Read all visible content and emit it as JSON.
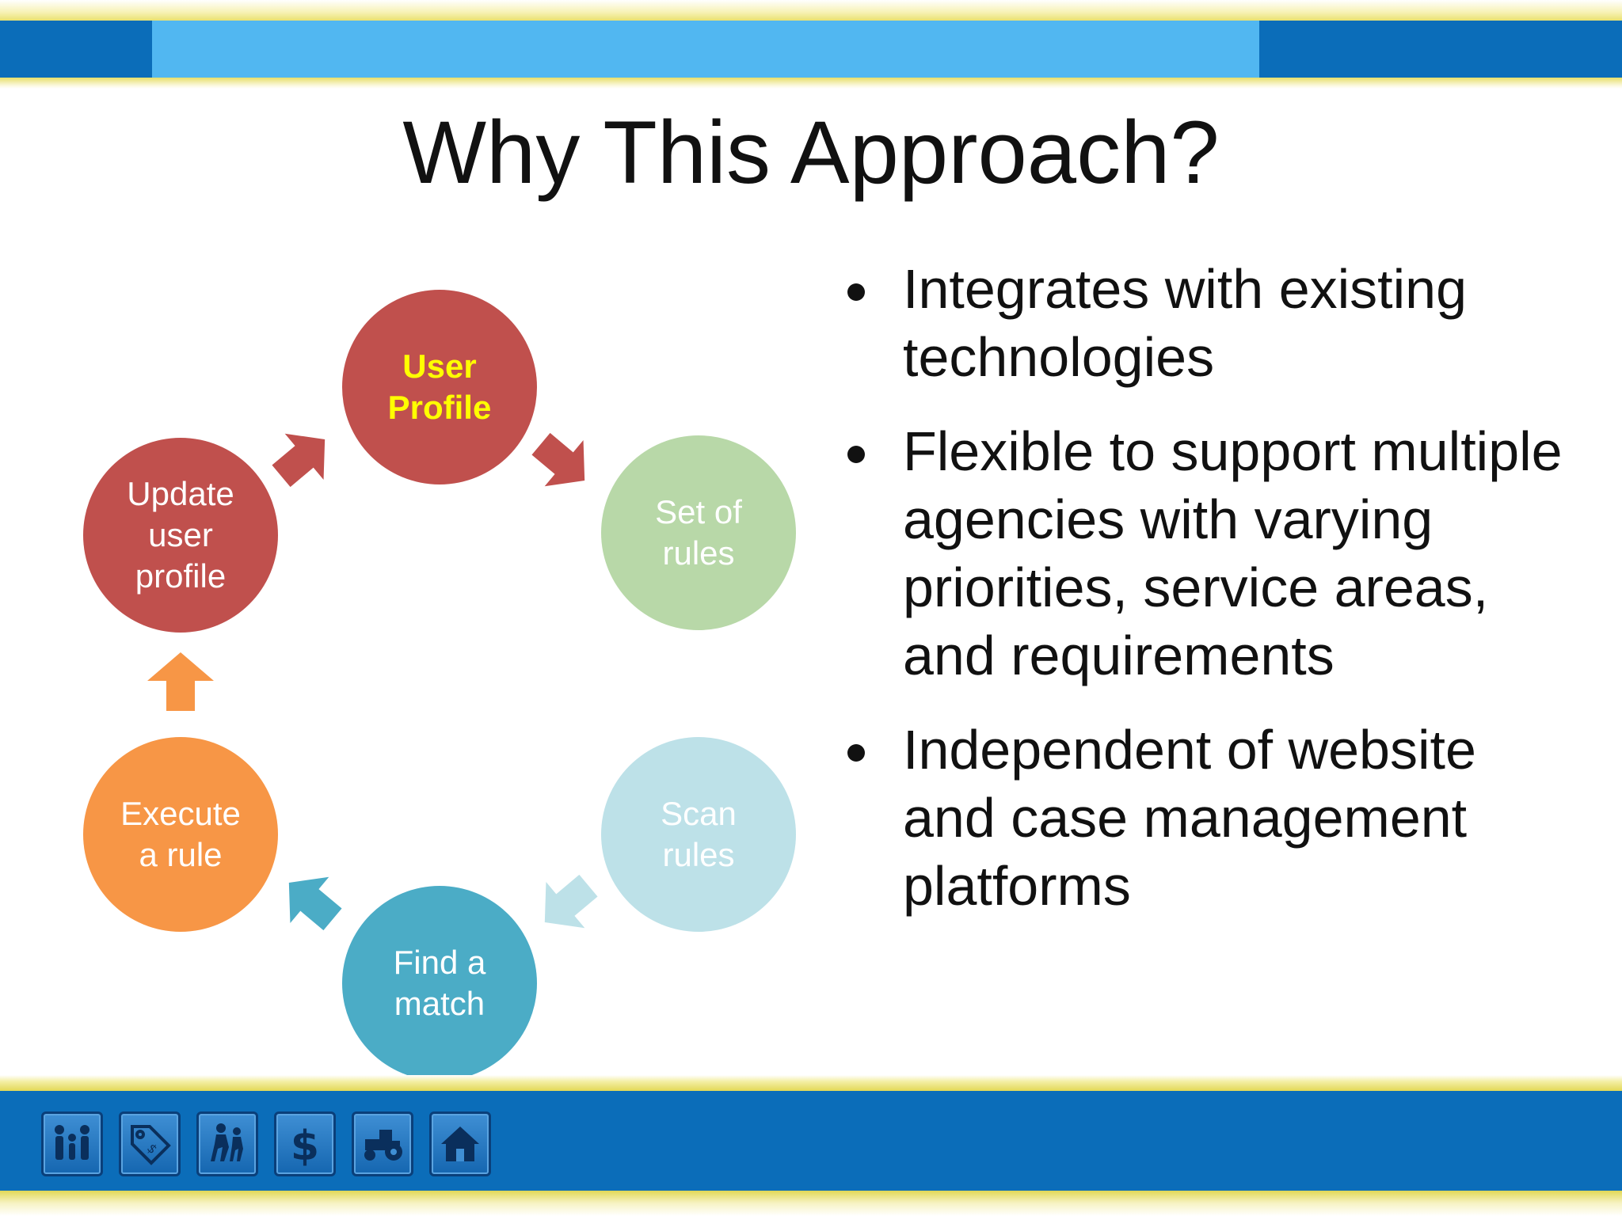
{
  "title": "Why This Approach?",
  "cycle": {
    "nodes": [
      {
        "id": "user-profile",
        "label": "User\nProfile",
        "color": "#c0504d",
        "text_color": "#ffff00"
      },
      {
        "id": "set-of-rules",
        "label": "Set of\nrules",
        "color": "#b8d8a8",
        "text_color": "#ffffff"
      },
      {
        "id": "scan-rules",
        "label": "Scan\nrules",
        "color": "#bde1e8",
        "text_color": "#ffffff"
      },
      {
        "id": "find-a-match",
        "label": "Find a\nmatch",
        "color": "#4bacc6",
        "text_color": "#ffffff"
      },
      {
        "id": "execute-a-rule",
        "label": "Execute\na rule",
        "color": "#f79646",
        "text_color": "#ffffff"
      },
      {
        "id": "update-user-profile",
        "label": "Update\nuser\nprofile",
        "color": "#c0504d",
        "text_color": "#ffffff"
      }
    ],
    "arrow_colors": [
      "#c0504d",
      "#bde1e8",
      "#4bacc6",
      "#f79646",
      "#c0504d"
    ]
  },
  "bullets": [
    "Integrates with existing technologies",
    "Flexible to support multiple agencies with varying priorities, service areas, and requirements",
    "Independent of website and case management platforms"
  ],
  "footer": {
    "icons": [
      "family-icon",
      "price-tag-icon",
      "walking-people-icon",
      "dollar-icon",
      "tractor-icon",
      "house-icon"
    ]
  },
  "colors": {
    "top_bar_dark": "#0b6db9",
    "top_bar_light": "#51b7f1",
    "accent_yellow": "#e9e170"
  }
}
